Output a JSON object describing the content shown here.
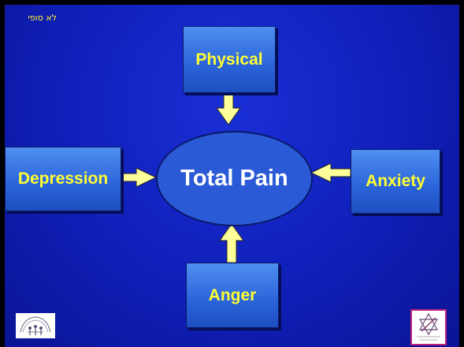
{
  "slide": {
    "corner_note": "לא סופי",
    "center": "Total Pain",
    "boxes": {
      "physical": "Physical",
      "depression": "Depression",
      "anxiety": "Anxiety",
      "anger": "Anger"
    },
    "colors": {
      "background": "#1a2fd6",
      "box_fill": "#2a63d9",
      "box_text": "#ffff33",
      "center_fill": "#2b5ad6",
      "center_text": "#ffffff",
      "arrow_fill": "#ffff99"
    }
  },
  "logos": {
    "left": "organization-logo",
    "right": "pain-association-logo"
  }
}
